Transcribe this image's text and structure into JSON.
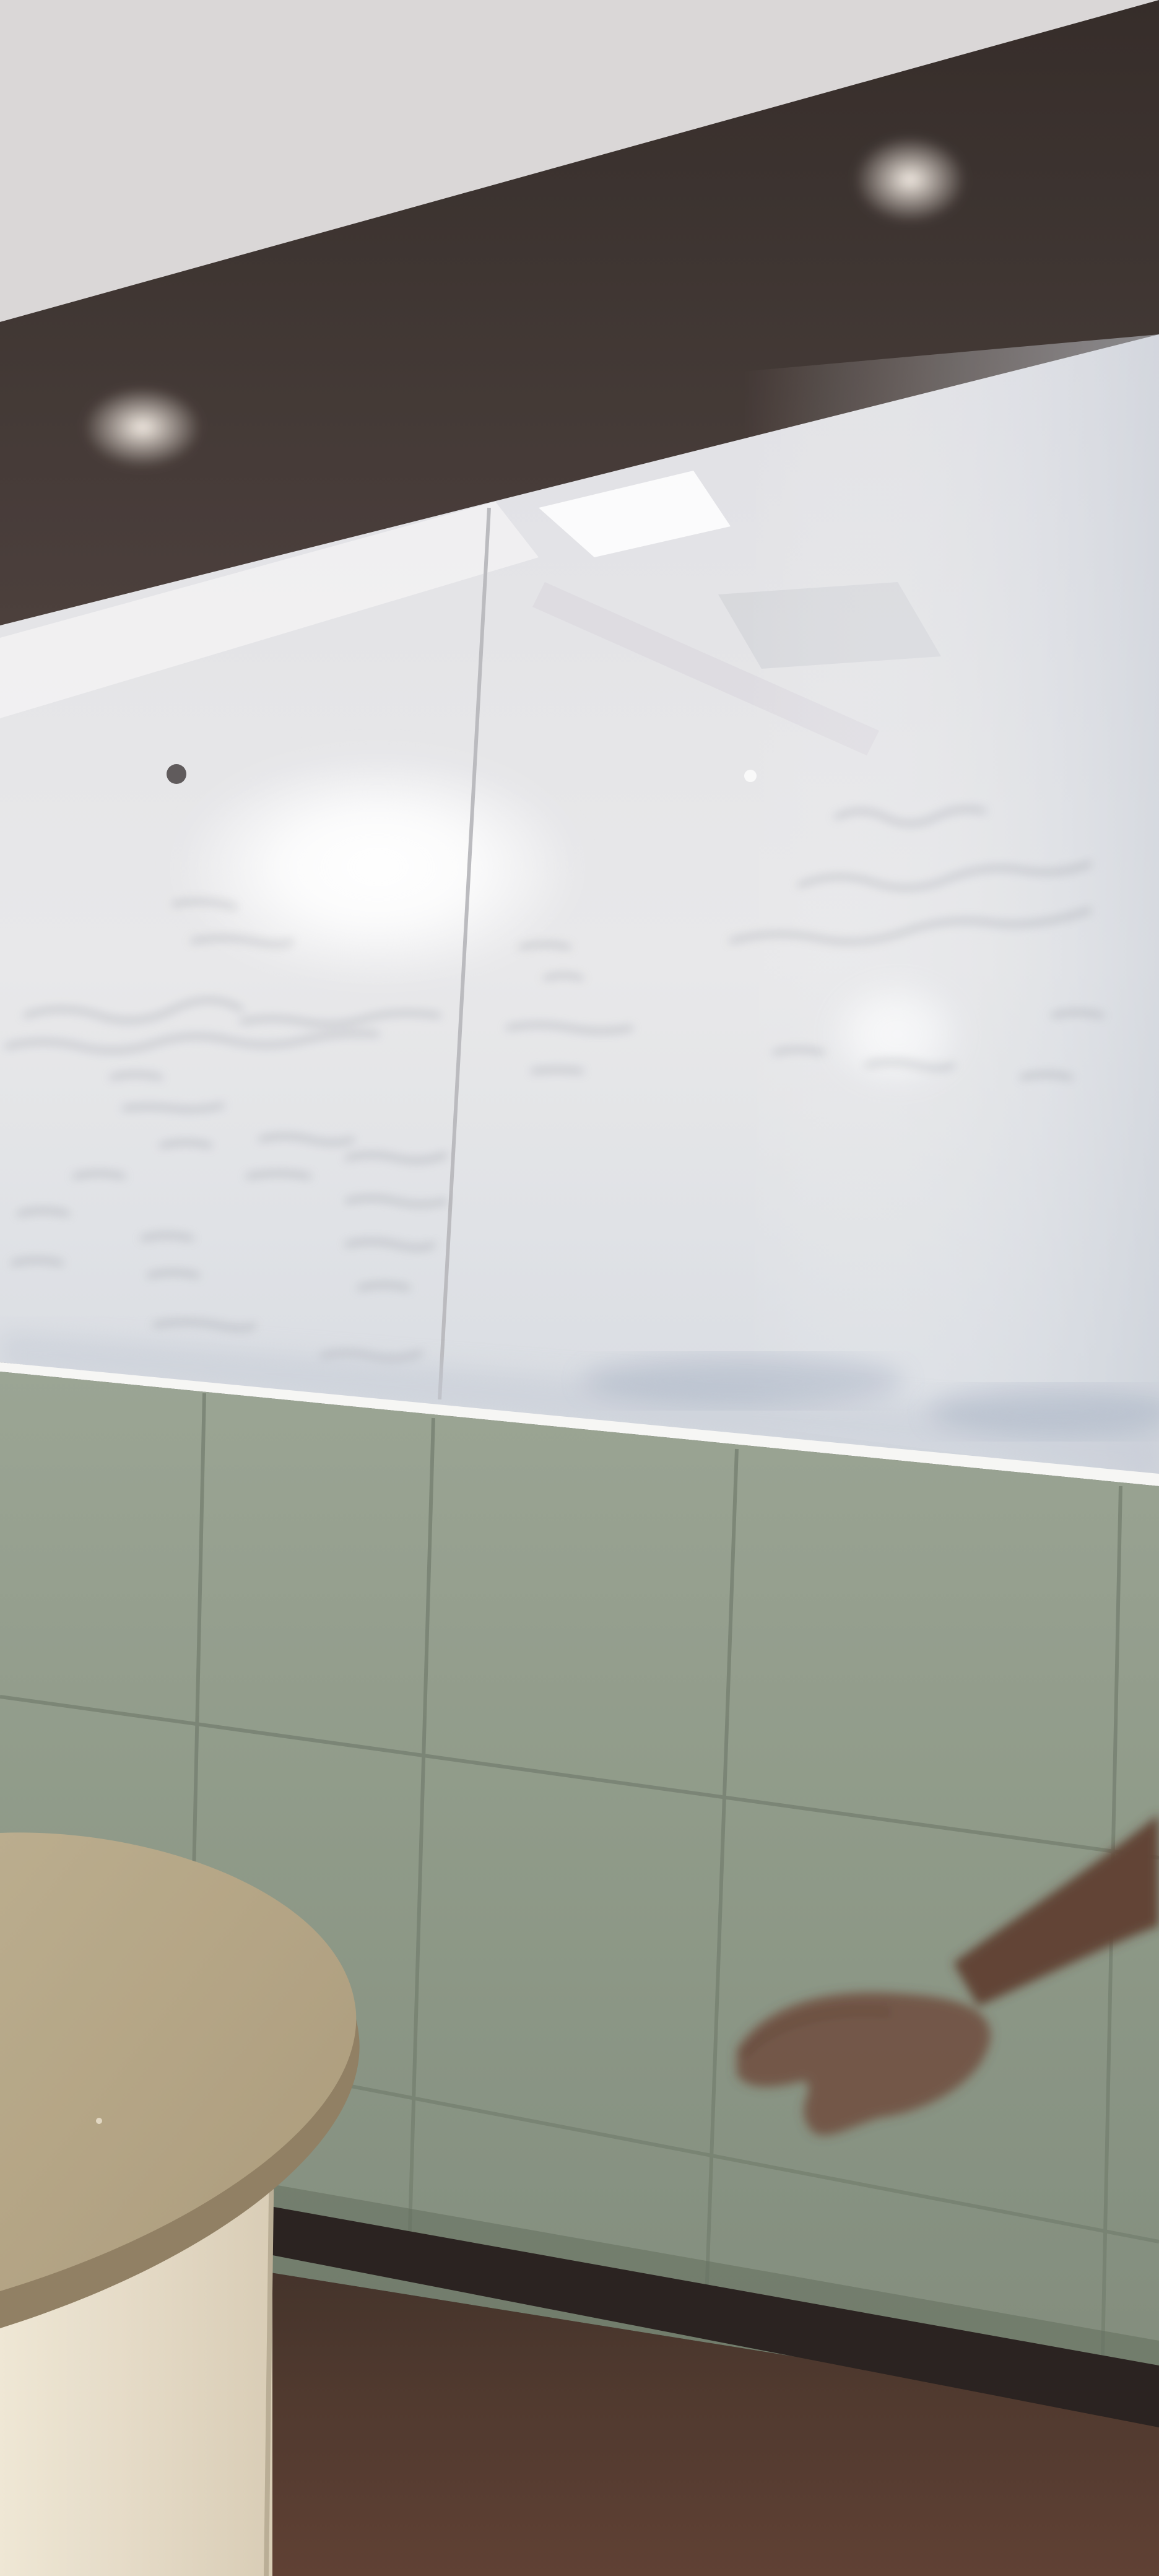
{
  "scene": {
    "subjects": [
      "ceiling-beam",
      "ceiling-lights",
      "glass-whiteboard-wall",
      "whiteboard-writing",
      "tiled-lower-wall",
      "round-table",
      "person-arm",
      "floor"
    ],
    "colors": {
      "beam": "#3a302c",
      "ceiling": "#e8e6e8",
      "glass": "#e9e9ec",
      "wall_tiles": "#8f9a88",
      "tile_grout": "#6f7a6a",
      "tabletop": "#b5a585",
      "table_edge": "#8d7b5e",
      "table_base": "#e6dcc8",
      "skin": "#6b4a3a",
      "floor": "#4a3228"
    }
  }
}
